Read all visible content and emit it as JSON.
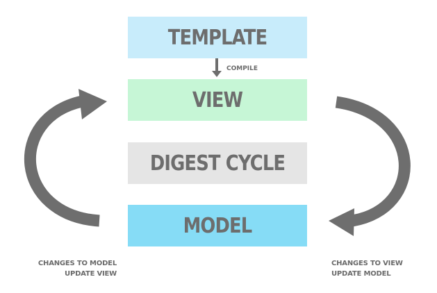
{
  "boxes": {
    "template": "TEMPLATE",
    "view": "VIEW",
    "digest": "DIGEST CYCLE",
    "model": "MODEL"
  },
  "compile_label": "COMPILE",
  "captions": {
    "left": [
      "CHANGES TO MODEL",
      "UPDATE VIEW"
    ],
    "right": [
      "CHANGES TO VIEW",
      "UPDATE MODEL"
    ]
  },
  "colors": {
    "template_bg": "#c8ecfb",
    "view_bg": "#c6f6d6",
    "digest_bg": "#e5e5e5",
    "model_bg": "#86dcf6",
    "text": "#6d6d6d",
    "arrow": "#6e6e6e"
  },
  "icons": [
    "compile-arrow-icon",
    "cycle-arrow-left-icon",
    "cycle-arrow-right-icon"
  ]
}
